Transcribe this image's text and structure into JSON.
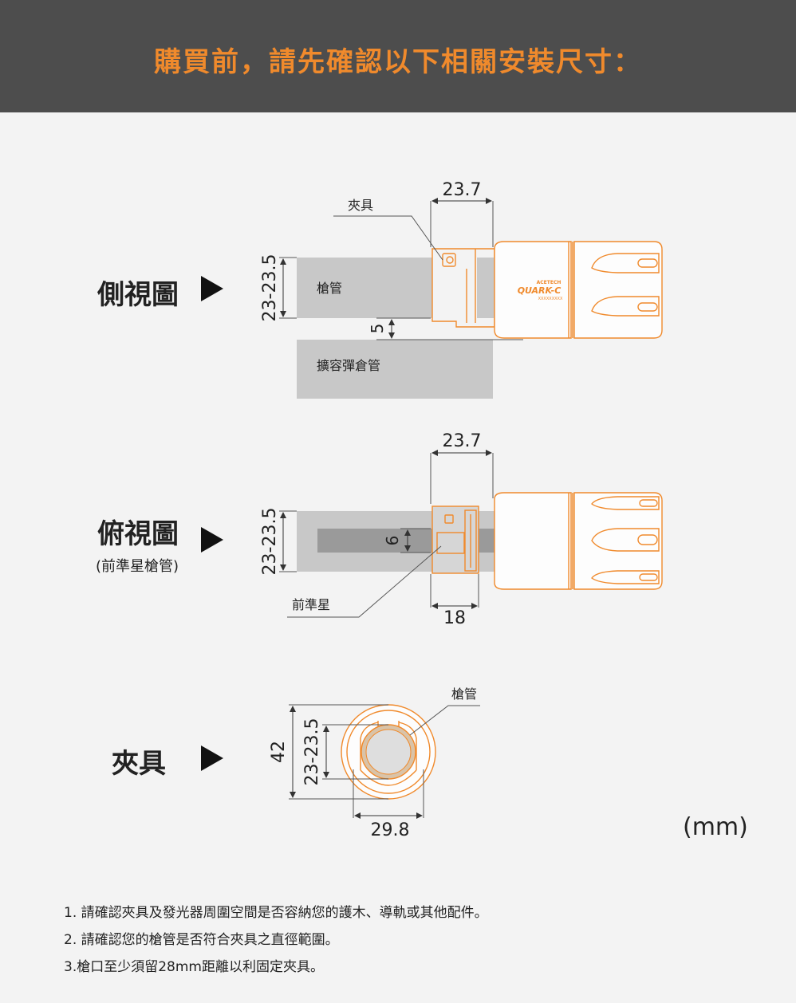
{
  "header": {
    "title": "購買前，請先確認以下相關安裝尺寸："
  },
  "views": {
    "side": {
      "label": "側視圖"
    },
    "top": {
      "label": "俯視圖",
      "sub": "(前準星槍管)"
    },
    "clamp": {
      "label": "夾具"
    }
  },
  "side_diagram": {
    "clamp_label": "夾具",
    "barrel_label": "槍管",
    "magazine_label": "擴容彈倉管",
    "dim_width": "23.7",
    "dim_barrel": "23-23.5",
    "dim_gap": "5",
    "brand_small": "ACETECH",
    "brand_model": "QUARK-C",
    "brand_serial": "XXXXXXXXX"
  },
  "top_diagram": {
    "sight_label": "前準星",
    "dim_width": "23.7",
    "dim_barrel": "23-23.5",
    "dim_sight": "6",
    "dim_clamp": "18"
  },
  "clamp_diagram": {
    "barrel_label": "槍管",
    "dim_outer": "42",
    "dim_inner": "23-23.5",
    "dim_width": "29.8"
  },
  "unit": "(mm)",
  "notes": [
    "1. 請確認夾具及發光器周圍空間是否容納您的護木、導軌或其他配件。",
    "2. 請確認您的槍管是否符合夾具之直徑範圍。",
    "3.槍口至少須留28mm距離以利固定夾具。"
  ],
  "colors": {
    "accent": "#f08a2c",
    "header_bg": "#4d4d4d",
    "background": "#f3f3f3",
    "barrel_gray": "#c8c8c8"
  }
}
